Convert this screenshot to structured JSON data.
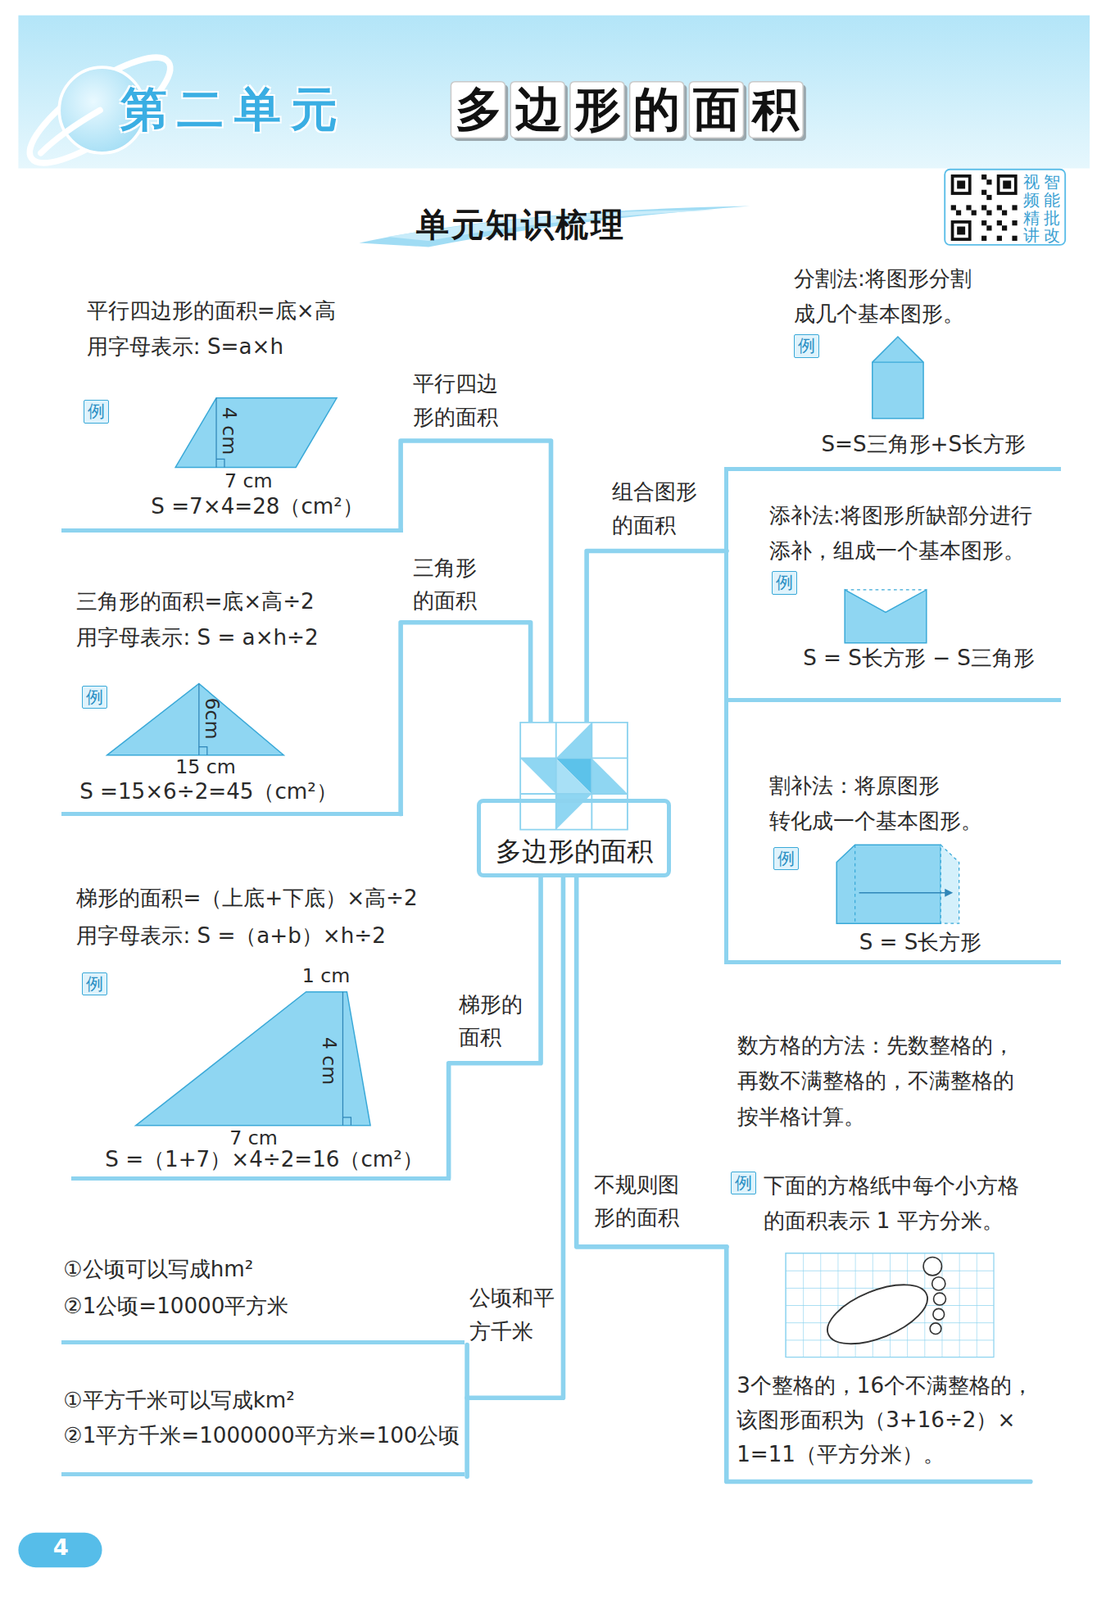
{
  "diagram": {
    "title": "多边形的面积",
    "nodes": [
      {
        "text": [
          "多边形的面积"
        ]
      },
      {
        "text": [
          "平行四边 形的面积",
          "平行四边形的面积=底×高",
          "用字母表示: S=a×h",
          "4 cm",
          "7 cm",
          "S =7×4=28（cm²）"
        ]
      },
      {
        "text": [
          "例"
        ],
        "in": 1
      },
      {
        "text": [
          "三角形 的面积",
          "三角形的面积=底×高÷2",
          "用字母表示: S = a×h÷2",
          "6cm",
          "15 cm",
          "S =15×6÷2=45（cm²）"
        ]
      },
      {
        "text": [
          "例"
        ],
        "in": 3
      },
      {
        "text": [
          "梯形的 面积",
          "梯形的面积=（上底+下底）×高÷2",
          "用字母表示: S =（a+b）×h÷2",
          "1 cm",
          "4 cm",
          "7 cm",
          "S =（1+7）×4÷2=16（cm²）"
        ]
      },
      {
        "text": [
          "例"
        ],
        "in": 5
      },
      {
        "text": [
          "公顷和平 方千米"
        ]
      },
      {
        "text": [
          "①公顷可以写成hm²",
          "②1公顷=10000平方米"
        ],
        "in": 7
      },
      {
        "text": [
          "①平方千米可以写成km²",
          "②1平方千米=1000000平方米=100公顷"
        ],
        "in": 7
      },
      {
        "text": [
          "组合图形 的面积"
        ]
      },
      {
        "text": [
          "分割法:将图形分割 成几个基本图形。",
          "S=S三角形+S长方形"
        ],
        "in": 10
      },
      {
        "text": [
          "例"
        ],
        "in": 11
      },
      {
        "text": [
          "添补法:将图形所缺部分进行 添补，组成一个基本图形。",
          "S = S长方形 − S三角形"
        ],
        "in": 10
      },
      {
        "text": [
          "例"
        ],
        "in": 13
      },
      {
        "text": [
          "割补法：将原图形 转化成一个基本图形。",
          "S = S长方形"
        ],
        "in": 10
      },
      {
        "text": [
          "例"
        ],
        "in": 15
      },
      {
        "text": [
          "不规则图 形的面积",
          "数方格的方法：先数整格的， 再数不满整格的，不满整格的 按半格计算。",
          "下面的方格纸中每个小方格 的面积表示 1 平方分米。",
          "3个整格的，16个不满整格的， 该图形面积为（3+16÷2）× 1=11（平方分米）。"
        ]
      },
      {
        "text": [
          "例"
        ],
        "in": 17
      }
    ],
    "edges": [
      {
        "from": 0,
        "to": 1,
        "arrow": "none"
      },
      {
        "from": 0,
        "to": 3,
        "arrow": "none"
      },
      {
        "from": 0,
        "to": 5,
        "arrow": "none"
      },
      {
        "from": 0,
        "to": 7,
        "arrow": "none"
      },
      {
        "from": 0,
        "to": 10,
        "arrow": "none"
      },
      {
        "from": 0,
        "to": 17,
        "arrow": "none"
      }
    ],
    "labels": [
      "第二单元",
      "单元知识梳理",
      "视频精讲",
      "智能批改",
      "4"
    ]
  }
}
